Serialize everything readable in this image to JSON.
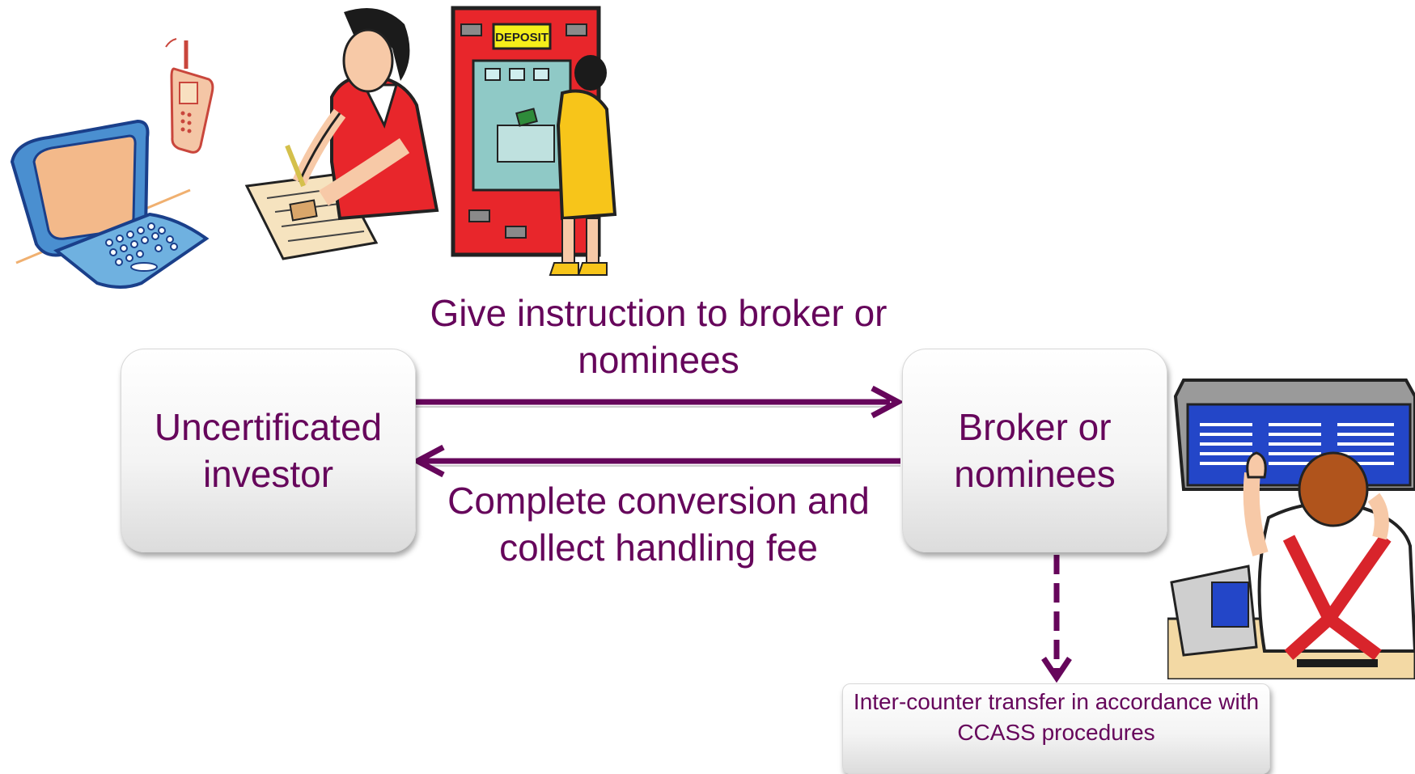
{
  "diagram": {
    "nodes": {
      "investor": "Uncertificated investor",
      "broker": "Broker or nominees",
      "ccass": "Inter-counter transfer in accordance with CCASS procedures"
    },
    "edges": {
      "give_instruction": "Give instruction to broker or nominees",
      "complete_conversion": "Complete conversion and collect handling fee"
    },
    "atm_sign": "DEPOSIT"
  },
  "colors": {
    "accent": "#66065b",
    "atm_red": "#e8262b",
    "laptop_blue": "#5aa6d8"
  }
}
